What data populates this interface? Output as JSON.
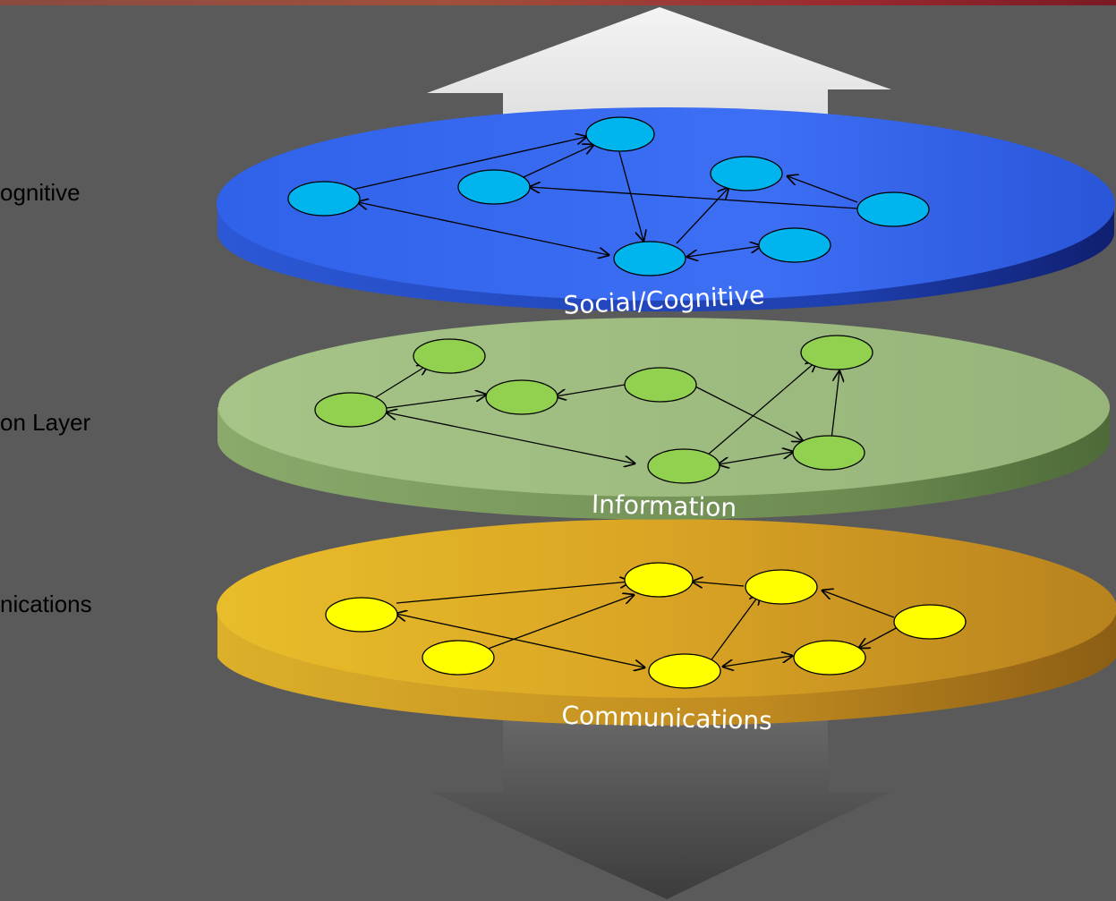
{
  "side_labels": {
    "social": "ognitive",
    "information": "on Layer",
    "communications": "nications"
  },
  "layers": [
    {
      "id": "social",
      "caption": "Social/Cognitive",
      "color": "#3d6cf0",
      "node_color": "#00b4ee"
    },
    {
      "id": "information",
      "caption": "Information",
      "color": "#9fbf7e",
      "node_color": "#92d050"
    },
    {
      "id": "communications",
      "caption": "Communications",
      "color": "#d9a62a",
      "node_color": "#ffff00"
    }
  ]
}
